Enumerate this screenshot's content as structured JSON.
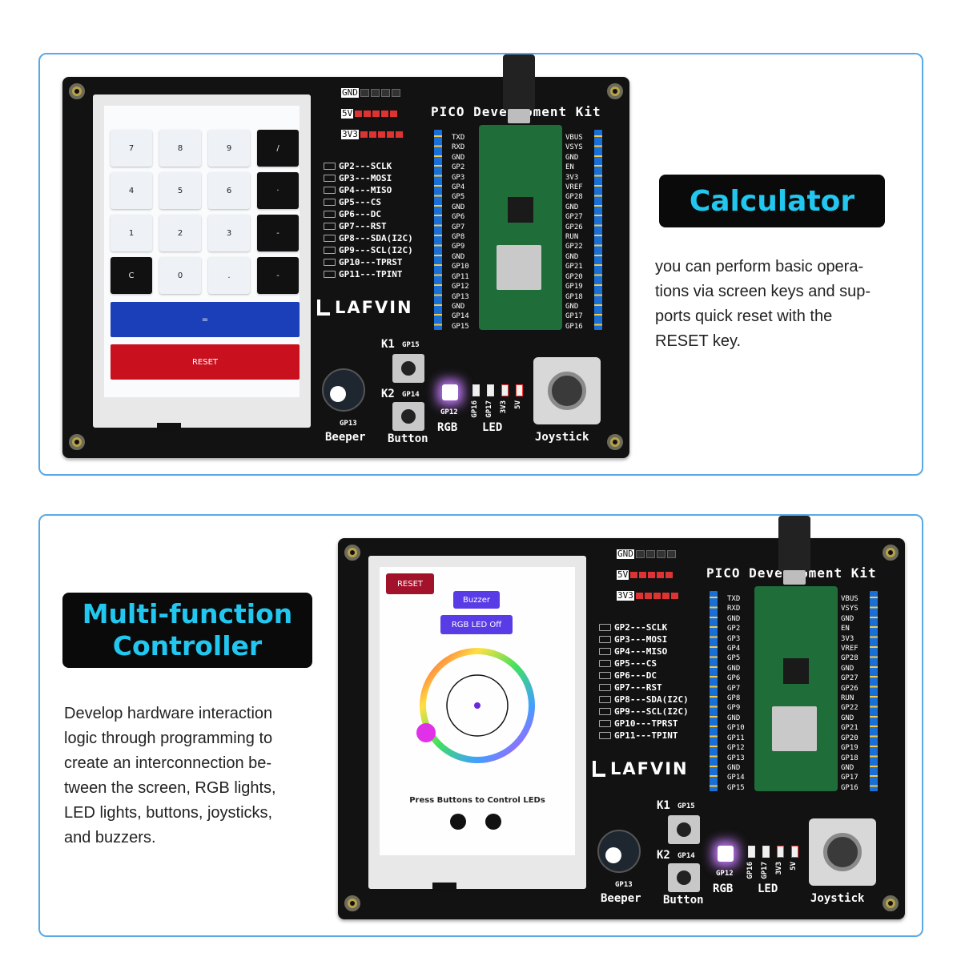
{
  "panel1": {
    "badge": "Calculator",
    "description_lines": [
      "you can perform basic opera-",
      "tions via screen keys and sup-",
      "ports quick reset with the",
      "RESET key."
    ],
    "calculator": {
      "keys": [
        "7",
        "8",
        "9",
        "/",
        "4",
        "5",
        "6",
        "·",
        "1",
        "2",
        "3",
        "-",
        "C",
        "0",
        ".",
        "-"
      ],
      "equals_label": "=",
      "reset_label": "RESET"
    }
  },
  "panel2": {
    "badge_line1": "Multi-function",
    "badge_line2": "Controller",
    "description_lines": [
      "Develop hardware interaction",
      "logic through programming to",
      "create an interconnection be-",
      "tween the screen, RGB lights,",
      "LED lights, buttons, joysticks,",
      "and buzzers."
    ],
    "controller": {
      "reset_label": "RESET",
      "buzzer_label": "Buzzer",
      "rgb_label": "RGB LED Off",
      "caption": "Press Buttons to Control LEDs"
    }
  },
  "board": {
    "kit_title": "PICO Development Kit",
    "headers": [
      "GND",
      "5V",
      "3V3"
    ],
    "pin_map": [
      "GP2---SCLK",
      "GP3---MOSI",
      "GP4---MISO",
      "GP5---CS",
      "GP6---DC",
      "GP7---RST",
      "GP8---SDA(I2C)",
      "GP9---SCL(I2C)",
      "GP10---TPRST",
      "GP11---TPINT"
    ],
    "left_pins": [
      "TXD",
      "RXD",
      "GND",
      "GP2",
      "GP3",
      "GP4",
      "GP5",
      "GND",
      "GP6",
      "GP7",
      "GP8",
      "GP9",
      "GND",
      "GP10",
      "GP11",
      "GP12",
      "GP13",
      "GND",
      "GP14",
      "GP15"
    ],
    "right_pins": [
      "VBUS",
      "VSYS",
      "GND",
      "EN",
      "3V3",
      "VREF",
      "GP28",
      "GND",
      "GP27",
      "GP26",
      "RUN",
      "GP22",
      "GND",
      "GP21",
      "GP20",
      "GP19",
      "GP18",
      "GND",
      "GP17",
      "GP16"
    ],
    "logo": "LAFVIN",
    "k1": "K1",
    "k1_pin": "GP15",
    "k2": "K2",
    "k2_pin": "GP14",
    "buzzer_pin": "GP13",
    "rgb_pin": "GP12",
    "led_pins": [
      "GP16",
      "GP17",
      "3V3",
      "5V"
    ],
    "labels": {
      "beeper": "Beeper",
      "button": "Button",
      "rgb": "RGB",
      "led": "LED",
      "joystick": "Joystick"
    }
  }
}
